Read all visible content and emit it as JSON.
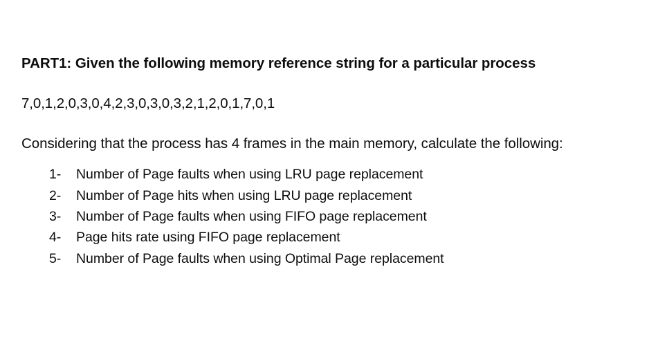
{
  "document": {
    "heading": "PART1: Given the following memory reference string for a particular process",
    "reference_string": "7,0,1,2,0,3,0,4,2,3,0,3,0,3,2,1,2,0,1,7,0,1",
    "instruction": "Considering that the process has 4 frames in the main memory, calculate the following:",
    "frames": "4",
    "tasks": [
      {
        "marker": "1-",
        "text": "Number of Page faults when using LRU page replacement"
      },
      {
        "marker": "2-",
        "text": "Number of Page hits when using LRU page replacement"
      },
      {
        "marker": "3-",
        "text": "Number of Page faults when using FIFO page replacement"
      },
      {
        "marker": "4-",
        "text": "Page hits rate using FIFO page replacement"
      },
      {
        "marker": "5-",
        "text": "Number of Page faults when using Optimal Page replacement"
      }
    ]
  },
  "style": {
    "background_color": "#ffffff",
    "text_color": "#0d0d0d"
  }
}
